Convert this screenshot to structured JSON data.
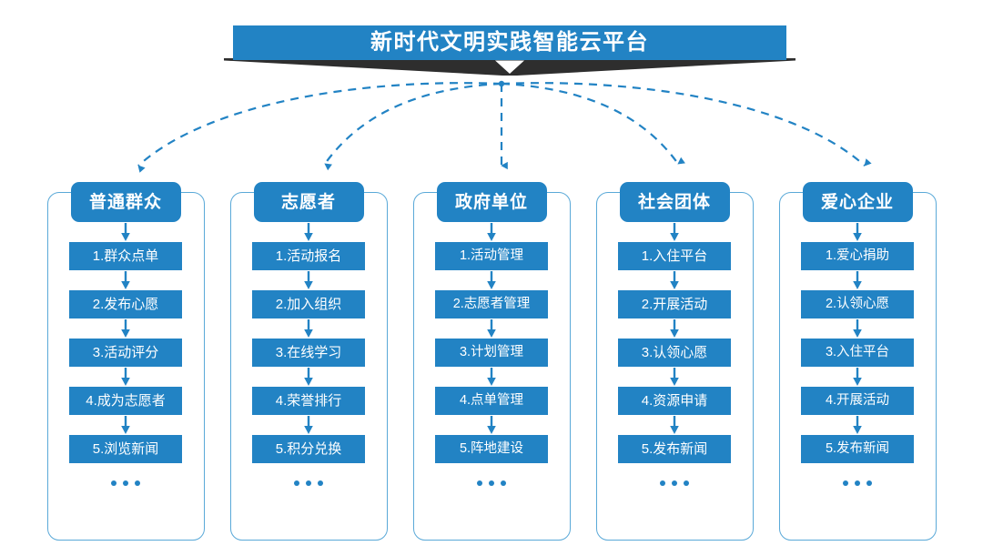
{
  "diagram": {
    "title": "新时代文明实践智能云平台",
    "colors": {
      "primary_blue": "#2283c4",
      "frame_outline": "#5aa9d8",
      "wedge_dark": "#2e2e2e",
      "connector_blue": "#2283c4",
      "background": "#ffffff",
      "text_on_blue": "#ffffff"
    },
    "ellipsis_text": "...",
    "columns": [
      {
        "header": "普通群众",
        "steps": [
          "1.群众点单",
          "2.发布心愿",
          "3.活动评分",
          "4.成为志愿者",
          "5.浏览新闻"
        ]
      },
      {
        "header": "志愿者",
        "steps": [
          "1.活动报名",
          "2.加入组织",
          "3.在线学习",
          "4.荣誉排行",
          "5.积分兑换"
        ]
      },
      {
        "header": "政府单位",
        "steps": [
          "1.活动管理",
          "2.志愿者管理",
          "3.计划管理",
          "4.点单管理",
          "5.阵地建设"
        ]
      },
      {
        "header": "社会团体",
        "steps": [
          "1.入住平台",
          "2.开展活动",
          "3.认领心愿",
          "4.资源申请",
          "5.发布新闻"
        ]
      },
      {
        "header": "爱心企业",
        "steps": [
          "1.爱心捐助",
          "2.认领心愿",
          "3.入住平台",
          "4.开展活动",
          "5.发布新闻"
        ]
      }
    ]
  }
}
